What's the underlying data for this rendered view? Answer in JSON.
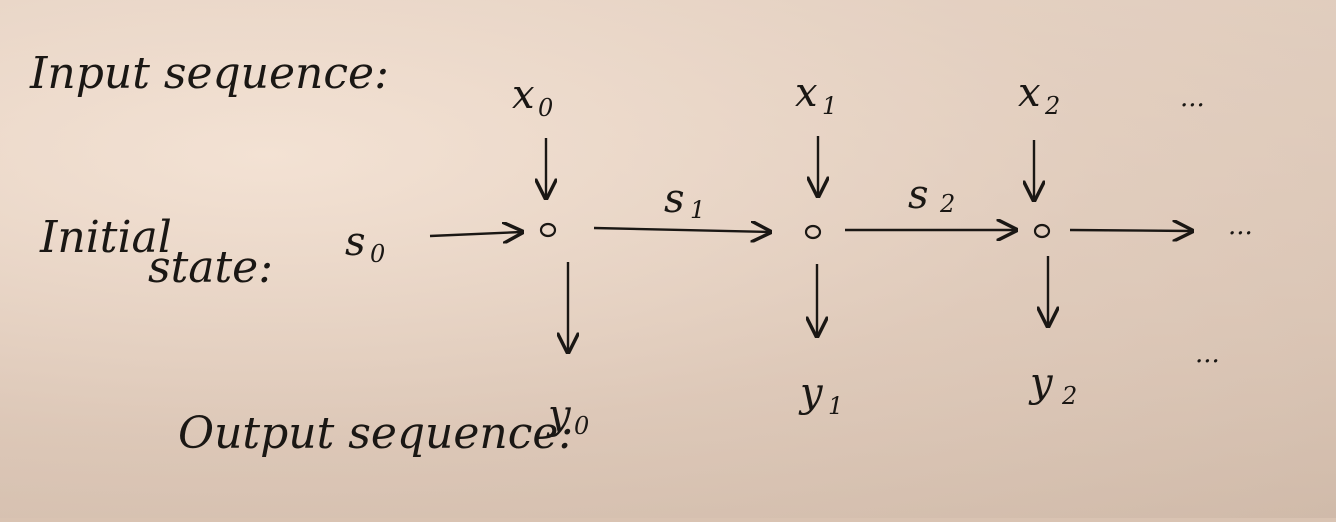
{
  "labels": {
    "input_sequence": "Input sequence:",
    "initial_state_line1": "Initial",
    "initial_state_line2": "state:",
    "output_sequence": "Output sequence:"
  },
  "variables": {
    "s0": {
      "base": "s",
      "sub": "0"
    },
    "s1": {
      "base": "s",
      "sub": "1"
    },
    "s2": {
      "base": "s",
      "sub": "2"
    },
    "x0": {
      "base": "x",
      "sub": "0"
    },
    "x1": {
      "base": "x",
      "sub": "1"
    },
    "x2": {
      "base": "x",
      "sub": "2"
    },
    "y0": {
      "base": "y",
      "sub": "0"
    },
    "y1": {
      "base": "y",
      "sub": "1"
    },
    "y2": {
      "base": "y",
      "sub": "2"
    }
  },
  "ellipsis": "..."
}
